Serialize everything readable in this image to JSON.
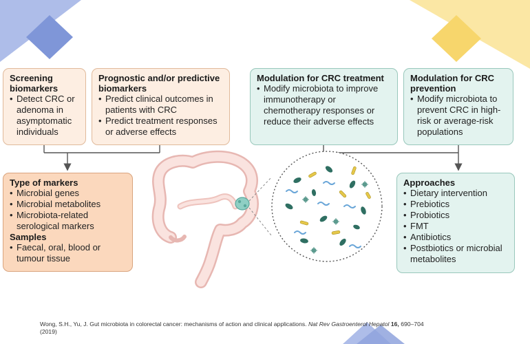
{
  "boxes": {
    "screening": {
      "title": "Screening biomarkers",
      "items": [
        "Detect CRC or adenoma in asymptomatic individuals"
      ]
    },
    "prognostic": {
      "title": "Prognostic and/or predictive biomarkers",
      "items": [
        "Predict clinical outcomes in patients with CRC",
        "Predict treatment responses or adverse effects"
      ]
    },
    "markers": {
      "title": "Type of markers",
      "items": [
        "Microbial genes",
        "Microbial metabolites",
        "Microbiota-related serological markers"
      ],
      "title2": "Samples",
      "items2": [
        "Faecal, oral, blood or tumour tissue"
      ]
    },
    "treatment": {
      "title": "Modulation for CRC treatment",
      "items": [
        "Modify microbiota to improve immunotherapy or chemotherapy responses or reduce their adverse effects"
      ]
    },
    "prevention": {
      "title": "Modulation for CRC prevention",
      "items": [
        "Modify microbiota to prevent CRC in high-risk or average-risk populations"
      ]
    },
    "approaches": {
      "title": "Approaches",
      "items": [
        "Dietary intervention",
        "Prebiotics",
        "Probiotics",
        "FMT",
        "Antibiotics",
        "Postbiotics or microbial metabolites"
      ]
    }
  },
  "citation": {
    "authors": "Wong, S.H., Yu, J. Gut microbiota in colorectal cancer: mechanisms of action and clinical applications.",
    "journal": "Nat Rev Gastroenterol Hepatol",
    "volume": "16,",
    "pages": "690–704",
    "year": "(2019)"
  },
  "colors": {
    "peach_light": "#fdeee2",
    "peach_dark": "#fbd8bd",
    "teal": "#e3f3ef",
    "deco_blue": "#8fa3dd",
    "deco_yellow": "#f9dd7c"
  }
}
